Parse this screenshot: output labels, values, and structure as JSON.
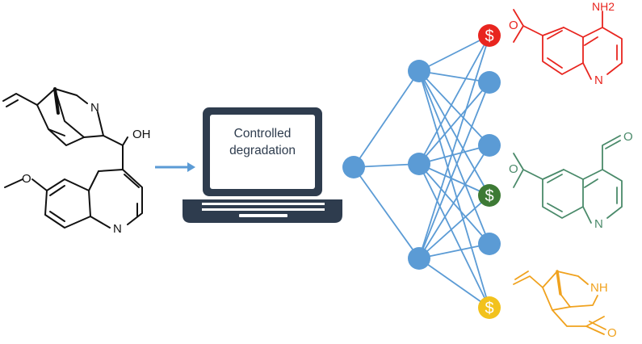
{
  "laptop": {
    "screen_line1": "Controlled",
    "screen_line2": "degradation"
  },
  "start_molecule": {
    "hydroxyl_label": "OH",
    "bridgehead_n_label": "N",
    "quinoline_n_label": "N"
  },
  "network": {
    "layer_sizes": [
      1,
      3,
      6
    ],
    "output_markers": [
      "$",
      null,
      null,
      "$",
      null,
      "$"
    ],
    "output_marker_colors": [
      "#e8251f",
      null,
      null,
      "#3d7a35",
      null,
      "#f2c21d"
    ]
  },
  "products": [
    {
      "name": "red-product",
      "color": "#e8251f",
      "substituent_label": "NH2",
      "n_label": "N"
    },
    {
      "name": "green-product",
      "color": "#4a8a6a",
      "substituent_label": "O",
      "n_label": "N"
    },
    {
      "name": "orange-product",
      "color": "#f0a21e",
      "amine_label": "NH",
      "carbonyl_label": "O"
    }
  ],
  "colors": {
    "node": "#5b9bd5",
    "edge": "#5b9bd5",
    "arrow": "#5b9bd5",
    "laptop": "#2e3c4e",
    "molecule": "#111111"
  }
}
